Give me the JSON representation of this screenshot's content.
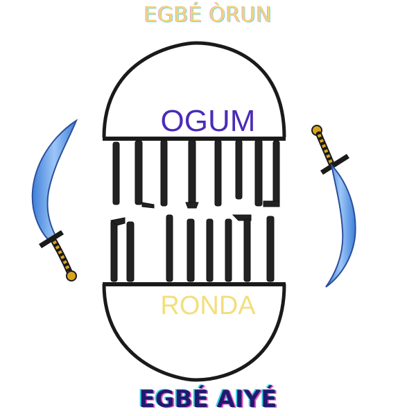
{
  "labels": {
    "heaven": "EGBÉ ÒRUN",
    "deity": "OGUM",
    "ronda": "RONDA",
    "earth": "EGBÉ AIYÉ"
  },
  "colors": {
    "heaven_text": "#f2d47a",
    "deity_text": "#4b2bb8",
    "ronda_text": "#f4de7c",
    "earth_text": "#1f1a6e",
    "blade": "#6fa8f0",
    "hilt": "#d9a521",
    "frame": "#1a1a1a"
  },
  "icons": {
    "left": "scimitar-icon",
    "right": "scimitar-icon",
    "center": "tool-rack-icon"
  }
}
